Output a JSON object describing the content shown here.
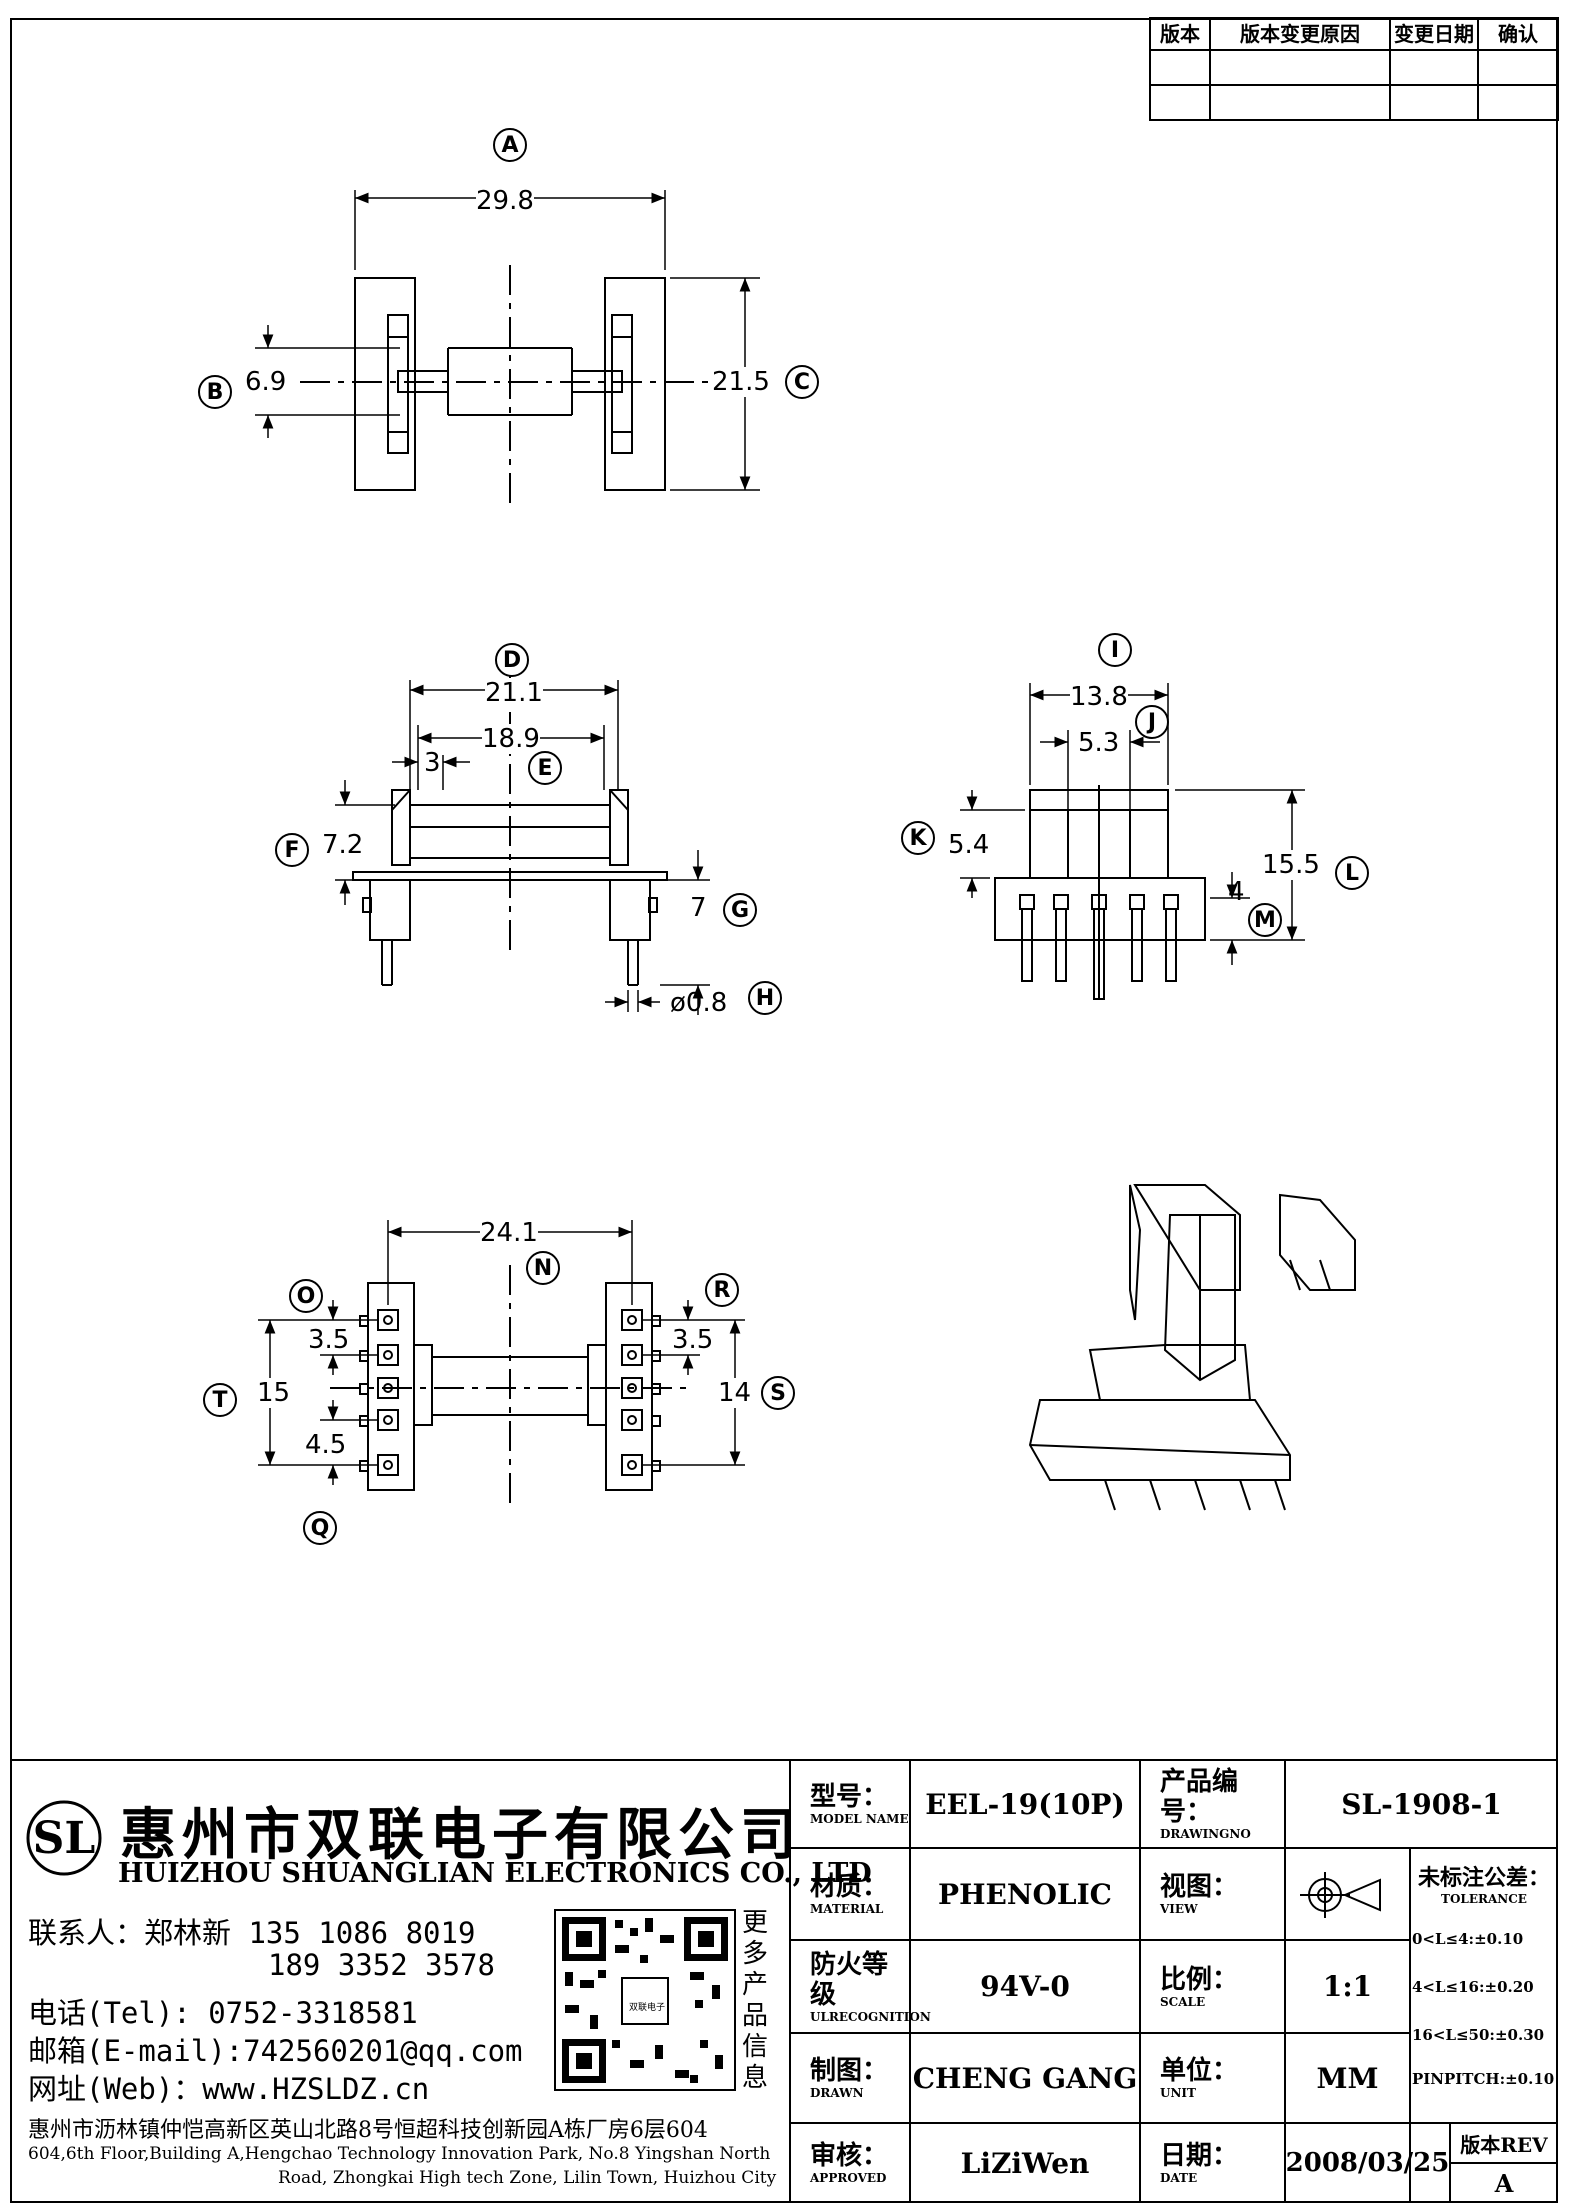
{
  "revision_table": {
    "headers": [
      "版本",
      "版本变更原因",
      "变更日期",
      "确认"
    ]
  },
  "dimensions": {
    "A": "29.8",
    "B": "6.9",
    "C": "21.5",
    "D": "21.1",
    "D2": "18.9",
    "D3": "3",
    "F": "7.2",
    "G": "7",
    "H": "ø0.8",
    "I": "13.8",
    "J": "5.3",
    "K": "5.4",
    "L": "15.5",
    "M": "4",
    "N": "24.1",
    "O": "3.5",
    "Q": "4.5",
    "R": "3.5",
    "S": "14",
    "T": "15"
  },
  "callouts": [
    "A",
    "B",
    "C",
    "D",
    "E",
    "F",
    "G",
    "H",
    "I",
    "J",
    "K",
    "L",
    "M",
    "N",
    "O",
    "Q",
    "R",
    "S",
    "T"
  ],
  "company": {
    "name_cn": "惠州市双联电子有限公司",
    "name_en": "HUIZHOU SHUANGLIAN ELECTRONICS CO., LTD",
    "logo_letters": "SL",
    "contact_line1": "联系人：郑林新 135 1086 8019",
    "contact_line2": "189 3352 3578",
    "tel": "电话(Tel): 0752-3318581",
    "email": "邮箱(E-mail):742560201@qq.com",
    "web": "网址(Web)：www.HZSLDZ.cn",
    "qr_side_text": [
      "更",
      "多",
      "产",
      "品",
      "信",
      "息"
    ],
    "qr_center_text": "双联电子",
    "address_cn": "惠州市沥林镇仲恺高新区英山北路8号恒超科技创新园A栋厂房6层604",
    "address_en1": "604,6th Floor,Building A,Hengchao Technology Innovation Park, No.8 Yingshan North",
    "address_en2": "Road, Zhongkai High tech Zone, Lilin Town, Huizhou City"
  },
  "title_block": {
    "model_label_cn": "型号：",
    "model_label_en": "MODEL NAME",
    "model": "EEL-19(10P)",
    "drawing_label_cn": "产品编号：",
    "drawing_label_en": "DRAWINGNO",
    "drawing_no": "SL-1908-1",
    "material_label_cn": "材质：",
    "material_label_en": "MATERIAL",
    "material": "PHENOLIC",
    "view_label_cn": "视图：",
    "view_label_en": "VIEW",
    "tolerance_label_cn": "未标注公差：",
    "tolerance_label_en": "TOLERANCE",
    "tolerances": [
      "0<L≤4:±0.10",
      "4<L≤16:±0.20",
      "16<L≤50:±0.30",
      "PINPITCH:±0.10"
    ],
    "fire_label_cn": "防火等级",
    "fire_label_en": "ULRECOGNITION",
    "fire_rating": "94V-0",
    "scale_label_cn": "比例：",
    "scale_label_en": "SCALE",
    "scale": "1:1",
    "drawn_label_cn": "制图：",
    "drawn_label_en": "DRAWN",
    "drawn": "CHENG GANG",
    "unit_label_cn": "单位：",
    "unit_label_en": "UNIT",
    "unit": "MM",
    "approved_label_cn": "审核：",
    "approved_label_en": "APPROVED",
    "approved": "LiZiWen",
    "date_label_cn": "日期：",
    "date_label_en": "DATE",
    "date": "2008/03/25",
    "rev_label": "版本REV",
    "rev": "A"
  }
}
